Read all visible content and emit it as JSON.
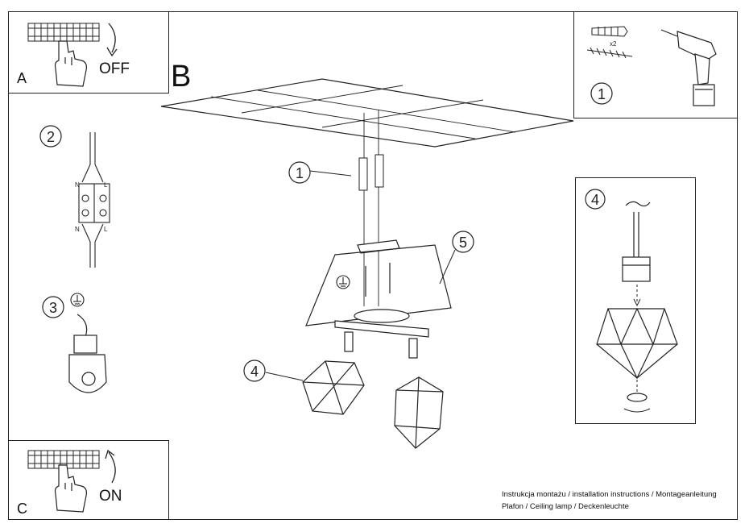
{
  "panel_a": {
    "letter": "A",
    "action": "OFF"
  },
  "panel_c": {
    "letter": "C",
    "action": "ON"
  },
  "main": {
    "letter": "B"
  },
  "steps": {
    "s1": "1",
    "s2": "2",
    "s3": "3",
    "s4": "4",
    "s5": "5",
    "tr1": "1",
    "tr4": "4"
  },
  "wire_labels": {
    "n_top": "N",
    "l_top": "L",
    "n_bottom": "N",
    "l_bottom": "L"
  },
  "screws": {
    "count": "x2"
  },
  "footer": {
    "line1": "Instrukcja montażu / installation instructions / Montageanleitung",
    "line2": "Plafon / Ceiling lamp / Deckenleuchte"
  },
  "icons": {
    "ground": "ground-symbol-icon",
    "drill": "drill-icon",
    "hand": "hand-switch-icon",
    "arrow": "curved-arrow-icon"
  }
}
